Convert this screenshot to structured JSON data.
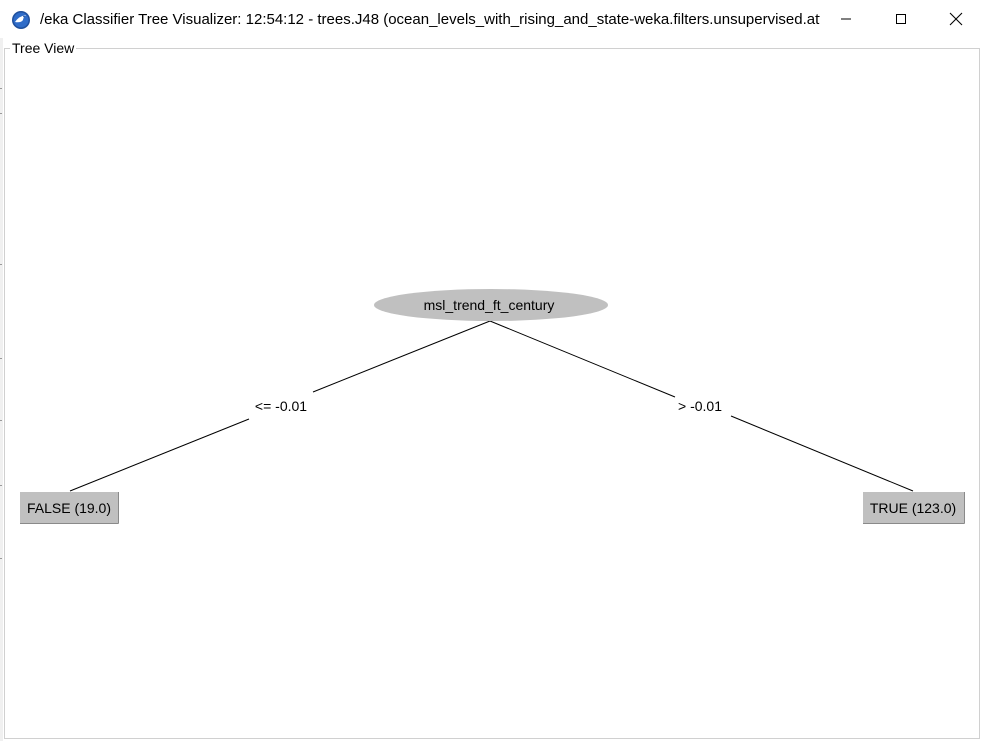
{
  "window": {
    "title": "/eka Classifier Tree Visualizer: 12:54:12 - trees.J48 (ocean_levels_with_rising_and_state-weka.filters.unsupervised.attribut"
  },
  "panel": {
    "title": "Tree View"
  },
  "tree": {
    "root": {
      "label": "msl_trend_ft_century"
    },
    "edges": {
      "left": "<= -0.01",
      "right": "> -0.01"
    },
    "leaves": {
      "left": "FALSE (19.0)",
      "right": "TRUE (123.0)"
    }
  },
  "colors": {
    "node_fill": "#c0c0c0",
    "leaf_fill": "#c0c0c0",
    "line": "#000000"
  }
}
